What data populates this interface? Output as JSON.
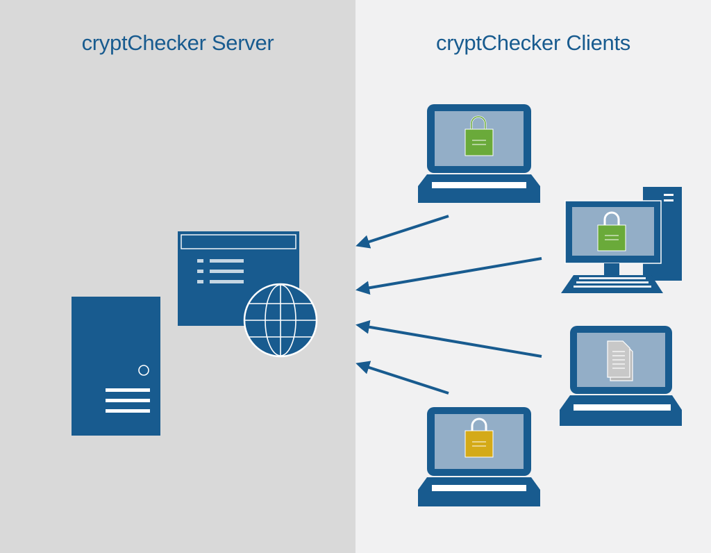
{
  "headings": {
    "server": "cryptChecker Server",
    "clients": "cryptChecker Clients"
  },
  "colors": {
    "server_panel": "#d9d9d9",
    "client_panel": "#f1f1f2",
    "primary": "#185b8f",
    "screen": "#93aec7",
    "lock_green": "#6aaa3a",
    "lock_yellow": "#d4aa18",
    "document": "#c8c8c8"
  },
  "server": {
    "icons": [
      "server-tower-icon",
      "browser-window-icon",
      "globe-icon"
    ]
  },
  "clients": [
    {
      "device": "laptop",
      "status_icon": "lock-icon",
      "status_color": "green"
    },
    {
      "device": "desktop",
      "status_icon": "lock-icon",
      "status_color": "green"
    },
    {
      "device": "laptop",
      "status_icon": "document-icon",
      "status_color": "gray"
    },
    {
      "device": "laptop",
      "status_icon": "lock-icon",
      "status_color": "yellow"
    }
  ],
  "connections": [
    {
      "from": "client-1",
      "to": "server"
    },
    {
      "from": "client-2",
      "to": "server"
    },
    {
      "from": "client-3",
      "to": "server"
    },
    {
      "from": "client-4",
      "to": "server"
    }
  ]
}
